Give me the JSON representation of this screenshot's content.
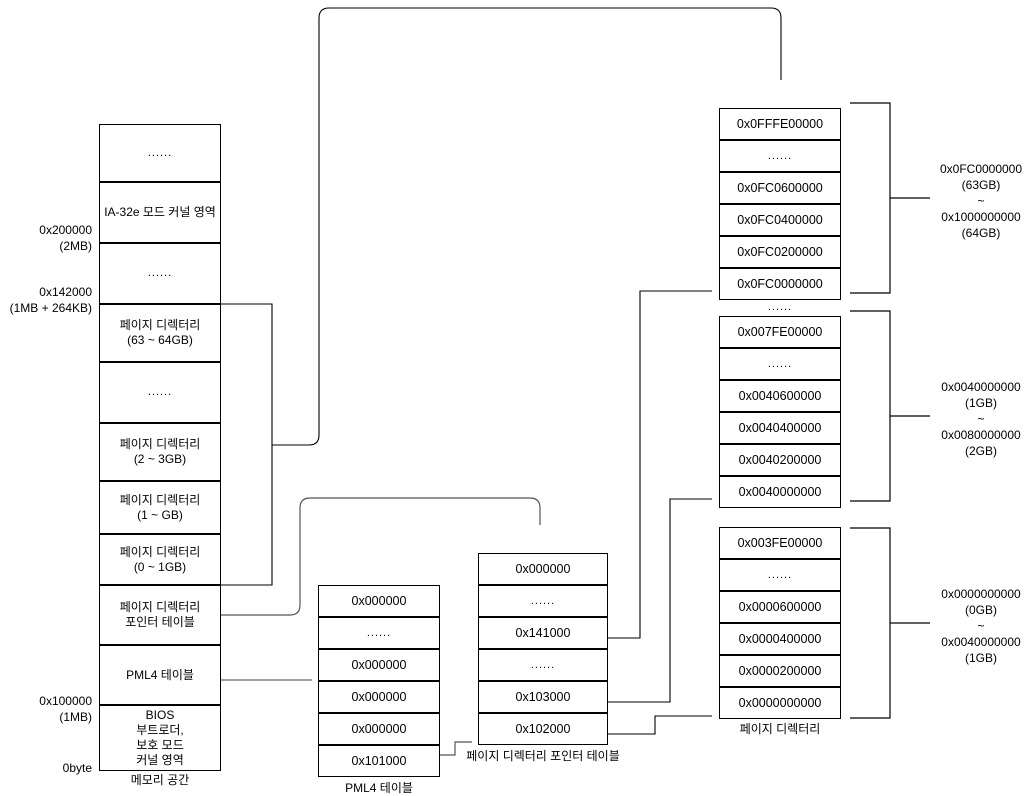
{
  "memory_space": {
    "caption": "메모리 공간",
    "rows": [
      {
        "label": "......",
        "kind": "dots"
      },
      {
        "label": "IA-32e 모드 커널 영역",
        "kind": "text"
      },
      {
        "label": "......",
        "kind": "dots"
      },
      {
        "label": "페이지 디렉터리\n(63 ~ 64GB)",
        "kind": "text"
      },
      {
        "label": "......",
        "kind": "dots"
      },
      {
        "label": "페이지 디렉터리\n(2 ~ 3GB)",
        "kind": "text"
      },
      {
        "label": "페이지 디렉터리\n(1 ~ GB)",
        "kind": "text"
      },
      {
        "label": "페이지 디렉터리\n(0 ~ 1GB)",
        "kind": "text"
      },
      {
        "label": "페이지 디렉터리\n포인터 테이블",
        "kind": "text"
      },
      {
        "label": "PML4 테이블",
        "kind": "text"
      },
      {
        "label": "BIOS\n부트로더,\n보호 모드\n커널 영역",
        "kind": "text"
      }
    ],
    "address_labels": [
      "0x200000\n(2MB)",
      "0x142000\n(1MB + 264KB)",
      "0x100000\n(1MB)",
      "0byte"
    ]
  },
  "pml4_table": {
    "caption": "PML4 테이블",
    "entries": [
      "0x000000",
      "......",
      "0x000000",
      "0x000000",
      "0x000000",
      "0x101000"
    ]
  },
  "pdpt_table": {
    "caption": "페이지 디렉터리 포인터 테이블",
    "entries": [
      "0x000000",
      "......",
      "0x141000",
      "......",
      "0x103000",
      "0x102000"
    ]
  },
  "page_directories": [
    {
      "name": "page-directory-63-64gb",
      "caption": "",
      "entries": [
        "0x0FFFE00000",
        "......",
        "0x0FC0600000",
        "0x0FC0400000",
        "0x0FC0200000",
        "0x0FC0000000"
      ],
      "range_label": "0x0FC0000000\n(63GB)\n~\n0x1000000000\n(64GB)"
    },
    {
      "name": "page-directory-1-2gb",
      "caption": "",
      "entries": [
        "0x007FE00000",
        "......",
        "0x0040600000",
        "0x0040400000",
        "0x0040200000",
        "0x0040000000"
      ],
      "range_label": "0x0040000000\n(1GB)\n~\n0x0080000000\n(2GB)"
    },
    {
      "name": "page-directory-0-1gb",
      "caption": "페이지 디렉터리",
      "entries": [
        "0x003FE00000",
        "......",
        "0x0000600000",
        "0x0000400000",
        "0x0000200000",
        "0x0000000000"
      ],
      "range_label": "0x0000000000\n(0GB)\n~\n0x0040000000\n(1GB)"
    }
  ],
  "separator_dots": "......",
  "colors": {
    "stroke": "#000000",
    "gray_stroke": "#666666",
    "background": "#ffffff"
  }
}
